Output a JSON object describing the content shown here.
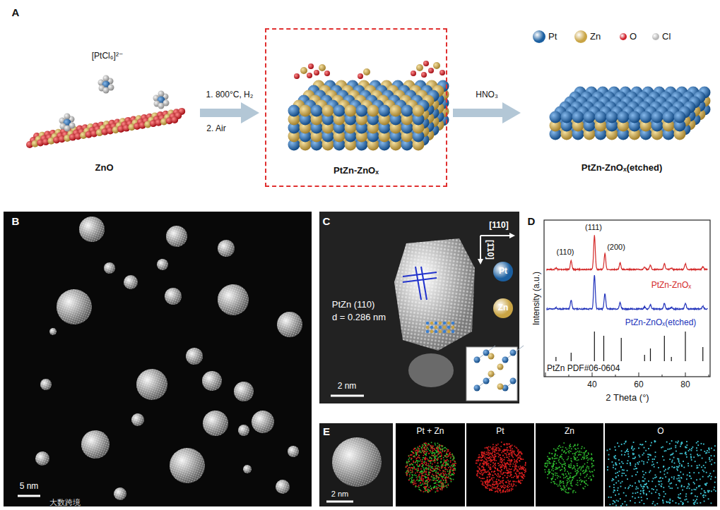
{
  "diagram": {
    "nodes": [
      {
        "text": [
          "ZnO"
        ]
      },
      {
        "text": [
          "PtZn-ZnOₓ"
        ]
      },
      {
        "text": [
          "PtZn-ZnOₓ(etched)"
        ]
      }
    ],
    "edges": [
      {
        "from": 0,
        "to": 1,
        "arrow": "to",
        "label": "1. 800°C, H₂"
      },
      {
        "from": 1,
        "to": 2,
        "arrow": "to",
        "label": "HNO₃"
      }
    ],
    "labels": [
      "A",
      "[PtCl₆]²⁻",
      "2. Air",
      "B",
      "5 nm",
      "大数跨境",
      "C",
      "PtZn (110)",
      "d = 0.286 nm",
      "[110]",
      "[1̄10]",
      "2 nm",
      "D",
      "(110)",
      "(111)",
      "(200)",
      "Intensity (a.u.)",
      "PtZn-ZnOₓ",
      "PtZn-ZnOₓ(etched)",
      "PtZn PDF#06-0604",
      "40",
      "60",
      "80",
      "2 Theta (°)",
      "E",
      "2 nm",
      "Pt + Zn",
      "Pt",
      "Zn",
      "O"
    ],
    "legend": [
      {
        "text": "Pt",
        "color": "#1b5fa0"
      },
      {
        "text": "Zn",
        "color": "#c9a444"
      },
      {
        "text": "O",
        "color": "#d0202a"
      },
      {
        "text": "Cl",
        "color": "#b8b8b8"
      },
      {
        "text": "Pt",
        "color": "#1b5fa0"
      },
      {
        "text": "Zn",
        "color": "#c9a444"
      }
    ]
  }
}
